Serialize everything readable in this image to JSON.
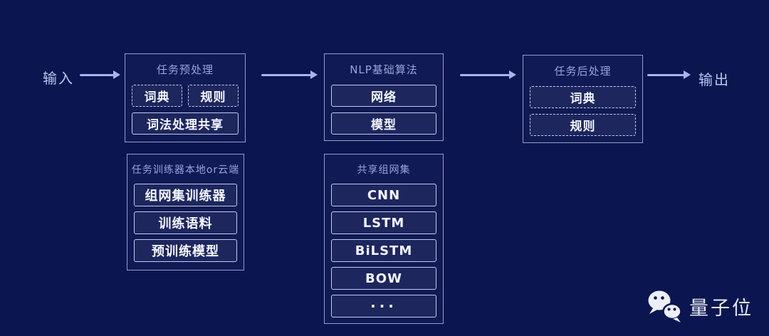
{
  "flow": {
    "input_label": "输入",
    "output_label": "输出",
    "stages": [
      {
        "title": "任务预处理",
        "items": [
          {
            "label": "词典",
            "border": "dashed"
          },
          {
            "label": "规则",
            "border": "dashed"
          },
          {
            "label": "词法处理共享",
            "border": "solid"
          }
        ]
      },
      {
        "title": "NLP基础算法",
        "items": [
          {
            "label": "网络",
            "border": "solid"
          },
          {
            "label": "模型",
            "border": "solid"
          }
        ]
      },
      {
        "title": "任务后处理",
        "items": [
          {
            "label": "词典",
            "border": "dashed"
          },
          {
            "label": "规则",
            "border": "dashed"
          }
        ]
      }
    ]
  },
  "support": {
    "panels": [
      {
        "title": "任务训练器本地or云端",
        "items": [
          "组网集训练器",
          "训练语料",
          "预训练模型"
        ]
      },
      {
        "title": "共享组网集",
        "items": [
          "CNN",
          "LSTM",
          "BiLSTM",
          "BOW",
          "···"
        ]
      }
    ]
  },
  "branding": {
    "logo_text": "量子位",
    "icon": "wechat-icon"
  },
  "colors": {
    "background": "#0b1550",
    "box_border": "#aab5e2",
    "inner_border": "#c3cbee",
    "title_text": "#98a4da",
    "item_text": "#f4f6ff",
    "arrow": "#a9b5ea",
    "io_text": "#bcc6f0",
    "logo": "#edeff6"
  }
}
